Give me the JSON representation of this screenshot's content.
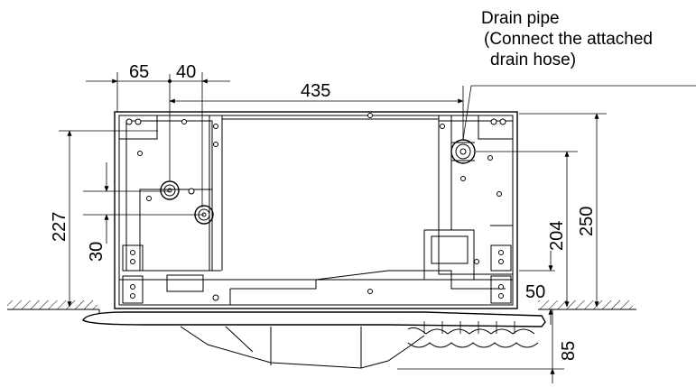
{
  "title_callout": {
    "line1": "Drain pipe",
    "line2": "(Connect the attached",
    "line3": "drain hose)"
  },
  "dimensions": {
    "d65": "65",
    "d40": "40",
    "d435": "435",
    "d227": "227",
    "d30": "30",
    "d204": "204",
    "d250": "250",
    "d50": "50",
    "d85": "85"
  }
}
